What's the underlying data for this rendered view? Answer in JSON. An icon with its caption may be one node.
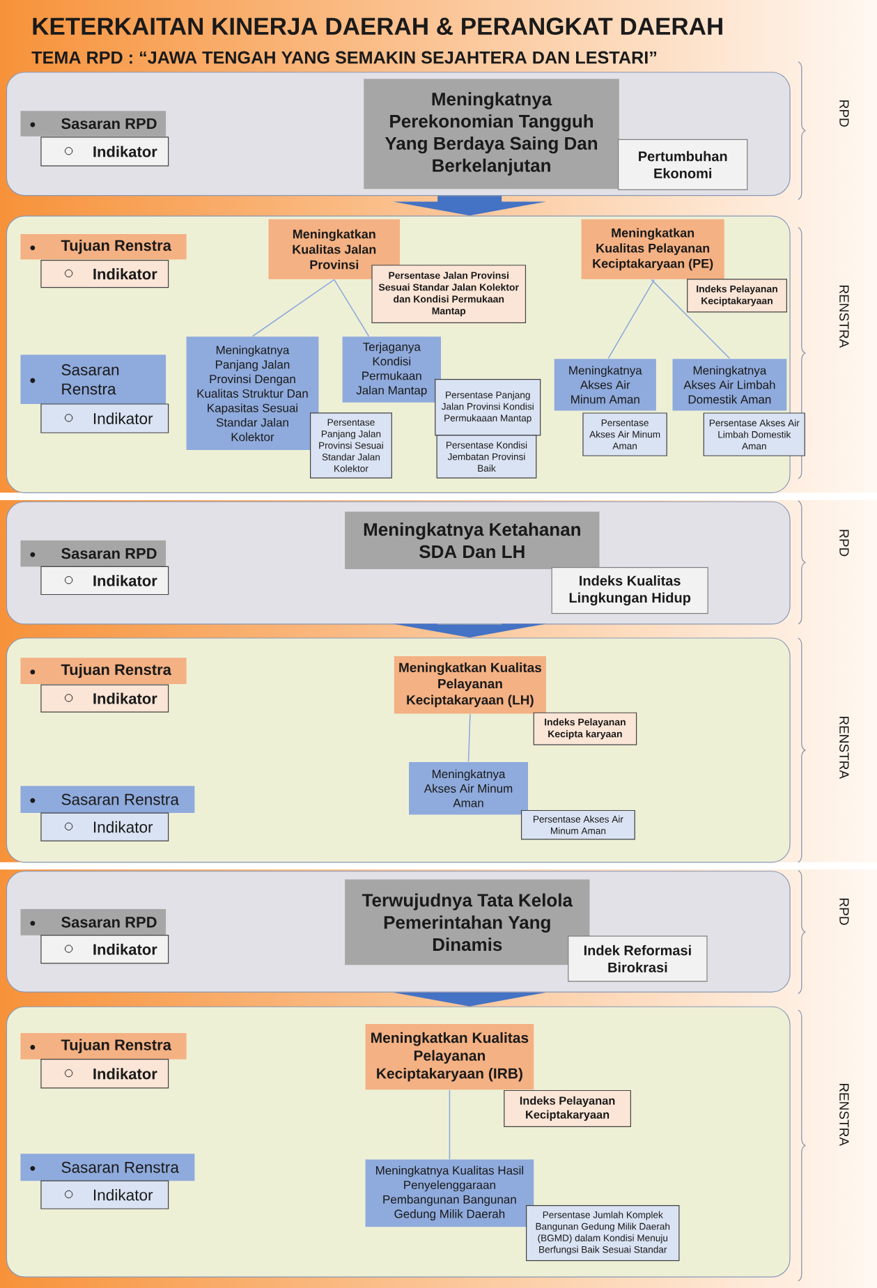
{
  "diagram": {
    "title": "KETERKAITAN KINERJA DAERAH & PERANGKAT DAERAH",
    "nodes": [
      {
        "text": [],
        "shape": "box"
      },
      {
        "text": [
          "Sasaran RPD"
        ],
        "in": 0
      },
      {
        "text": [
          "Indikator"
        ],
        "in": 0
      },
      {
        "text": [
          "Meningkatnya Perekonomian Tangguh Yang Berdaya Saing Dan Berkelanjutan"
        ],
        "in": 0
      },
      {
        "text": [
          "Pertumbuhan Ekonomi"
        ],
        "in": 0
      },
      {
        "text": [],
        "shape": "box"
      },
      {
        "text": [
          "Tujuan Renstra"
        ],
        "in": 5
      },
      {
        "text": [
          "Indikator"
        ],
        "in": 5
      },
      {
        "text": [
          "Sasaran Renstra"
        ],
        "in": 5
      },
      {
        "text": [
          "Indikator"
        ],
        "in": 5
      },
      {
        "text": [
          "Meningkatkan Kualitas Jalan Provinsi"
        ],
        "in": 5
      },
      {
        "text": [
          "Persentase Jalan Provinsi Sesuai Standar Jalan Kolektor dan Kondisi Permukaan Mantap"
        ],
        "in": 5
      },
      {
        "text": [
          "Meningkatkan Kualitas Pelayanan Keciptakaryaan (PE)"
        ],
        "in": 5
      },
      {
        "text": [
          "Indeks Pelayanan Keciptakaryaan"
        ],
        "in": 5
      },
      {
        "text": [
          "Meningkatnya Panjang Jalan Provinsi Dengan Kualitas Struktur Dan Kapasitas Sesuai Standar Jalan Kolektor"
        ],
        "in": 5
      },
      {
        "text": [
          "Persentase Panjang Jalan Provinsi Sesuai Standar Jalan Kolektor"
        ],
        "in": 5
      },
      {
        "text": [
          "Terjaganya Kondisi Permukaan Jalan Mantap"
        ],
        "in": 5
      },
      {
        "text": [
          "Persentase Panjang Jalan Provinsi Kondisi Permukaaan Mantap"
        ],
        "in": 5
      },
      {
        "text": [
          "Persentase Kondisi Jembatan Provinsi Baik"
        ],
        "in": 5
      },
      {
        "text": [
          "Meningkatnya Akses Air Minum Aman"
        ],
        "in": 5
      },
      {
        "text": [
          "Persentase Akses Air Minum Aman"
        ],
        "in": 5
      },
      {
        "text": [
          "Meningkatnya Akses Air Limbah Domestik Aman"
        ],
        "in": 5
      },
      {
        "text": [
          "Persentase Akses Air Limbah Domestik Aman"
        ],
        "in": 5
      },
      {
        "text": [],
        "shape": "box"
      },
      {
        "text": [
          "Sasaran RPD"
        ],
        "in": 23
      },
      {
        "text": [
          "Indikator"
        ],
        "in": 23
      },
      {
        "text": [
          "Meningkatnya Ketahanan SDA Dan LH"
        ],
        "in": 23
      },
      {
        "text": [
          "Indeks Kualitas Lingkungan Hidup"
        ],
        "in": 23
      },
      {
        "text": [],
        "shape": "box"
      },
      {
        "text": [
          "Tujuan Renstra"
        ],
        "in": 28
      },
      {
        "text": [
          "Indikator"
        ],
        "in": 28
      },
      {
        "text": [
          "Sasaran Renstra"
        ],
        "in": 28
      },
      {
        "text": [
          "Indikator"
        ],
        "in": 28
      },
      {
        "text": [
          "Meningkatkan Kualitas Pelayanan Keciptakaryaan (LH)"
        ],
        "in": 28
      },
      {
        "text": [
          "Indeks Pelayanan Kecipta karyaan"
        ],
        "in": 28
      },
      {
        "text": [
          "Meningkatnya Akses Air Minum Aman"
        ],
        "in": 28
      },
      {
        "text": [
          "Persentase Akses Air Minum Aman"
        ],
        "in": 28
      },
      {
        "text": [],
        "shape": "box"
      },
      {
        "text": [
          "Sasaran RPD"
        ],
        "in": 37
      },
      {
        "text": [
          "Indikator"
        ],
        "in": 37
      },
      {
        "text": [
          "Terwujudnya Tata Kelola Pemerintahan Yang Dinamis"
        ],
        "in": 37
      },
      {
        "text": [
          "Indek Reformasi Birokrasi"
        ],
        "in": 37
      },
      {
        "text": [],
        "shape": "box"
      },
      {
        "text": [
          "Tujuan Renstra"
        ],
        "in": 42
      },
      {
        "text": [
          "Indikator"
        ],
        "in": 42
      },
      {
        "text": [
          "Sasaran Renstra"
        ],
        "in": 42
      },
      {
        "text": [
          "Indikator"
        ],
        "in": 42
      },
      {
        "text": [
          "Meningkatkan Kualitas Pelayanan Keciptakaryaan (IRB)"
        ],
        "in": 42
      },
      {
        "text": [
          "Indeks Pelayanan Keciptakaryaan"
        ],
        "in": 42
      },
      {
        "text": [
          "Meningkatnya Kualitas Hasil Penyelenggaraan Pembangunan Bangunan Gedung Milik Daerah"
        ],
        "in": 42
      },
      {
        "text": [
          "Persentase Jumlah Komplek Bangunan Gedung Milik Daerah (BGMD) dalam Kondisi Menuju Berfungsi Baik Sesuai Standar"
        ],
        "in": 42
      }
    ],
    "edges": [
      {
        "from": 0,
        "to": 5,
        "arrow": "to",
        "style": "thick",
        "color": "#4472c4"
      },
      {
        "from": 10,
        "to": 14,
        "arrow": "none"
      },
      {
        "from": 10,
        "to": 16,
        "arrow": "none"
      },
      {
        "from": 12,
        "to": 19,
        "arrow": "none"
      },
      {
        "from": 12,
        "to": 21,
        "arrow": "none"
      },
      {
        "from": 23,
        "to": 28,
        "arrow": "to",
        "style": "thick",
        "color": "#4472c4"
      },
      {
        "from": 33,
        "to": 35,
        "arrow": "none"
      },
      {
        "from": 37,
        "to": 42,
        "arrow": "to",
        "style": "thick",
        "color": "#4472c4"
      },
      {
        "from": 47,
        "to": 49,
        "arrow": "none"
      }
    ],
    "labels": [
      "TEMA RPD : “JAWA TENGAH YANG SEMAKIN SEJAHTERA DAN LESTARI”",
      "RPD",
      "RENSTRA",
      "RPD",
      "RENSTRA",
      "RPD",
      "RENSTRA"
    ]
  }
}
